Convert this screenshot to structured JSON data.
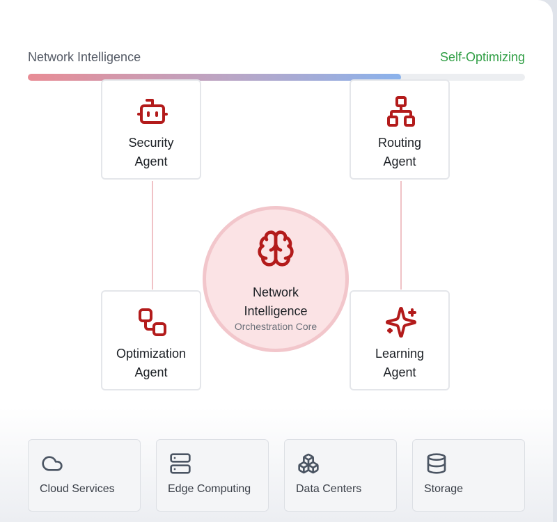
{
  "header": {
    "left_label": "Network Intelligence",
    "right_label": "Self-Optimizing",
    "progress": 0.75
  },
  "colors": {
    "accent": "#b31b1b",
    "core_fill": "#fbe3e5",
    "status_green": "#2f9e44"
  },
  "agents": [
    {
      "line1": "Security",
      "line2": "Agent",
      "icon": "robot-icon"
    },
    {
      "line1": "Routing",
      "line2": "Agent",
      "icon": "network-tree-icon"
    },
    {
      "line1": "Optimization",
      "line2": "Agent",
      "icon": "workflow-icon"
    },
    {
      "line1": "Learning",
      "line2": "Agent",
      "icon": "sparkles-icon"
    }
  ],
  "core": {
    "line1": "Network",
    "line2": "Intelligence",
    "subtitle": "Orchestration Core",
    "icon": "brain-icon"
  },
  "infrastructure": [
    {
      "label": "Cloud Services",
      "icon": "cloud-icon"
    },
    {
      "label": "Edge Computing",
      "icon": "server-icon"
    },
    {
      "label": "Data Centers",
      "icon": "boxes-icon"
    },
    {
      "label": "Storage",
      "icon": "database-icon"
    }
  ]
}
